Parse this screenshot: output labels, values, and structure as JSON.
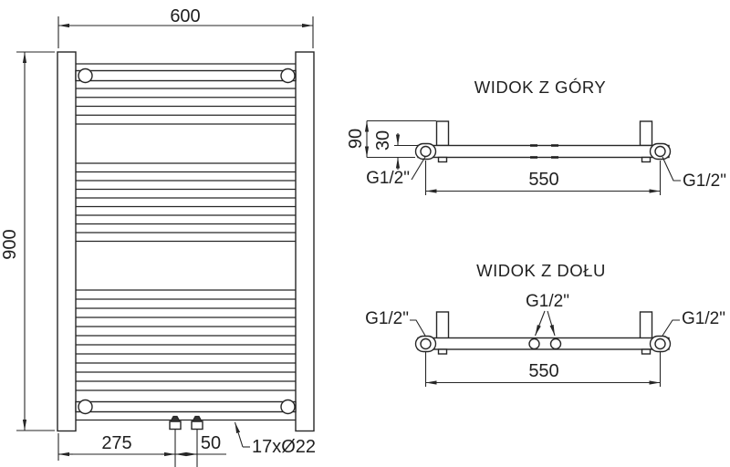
{
  "front": {
    "dim_width": "600",
    "dim_height": "900",
    "dim_offset": "275",
    "dim_spacing": "50",
    "tube_label": "17xØ22"
  },
  "top": {
    "title": "WIDOK Z GÓRY",
    "dim_depth": "90",
    "dim_inset": "30",
    "dim_span": "550",
    "conn_left": "G1/2\"",
    "conn_right": "G1/2\""
  },
  "bottom": {
    "title": "WIDOK Z DOŁU",
    "dim_span": "550",
    "conn_left": "G1/2\"",
    "conn_center": "G1/2\"",
    "conn_right": "G1/2\""
  }
}
